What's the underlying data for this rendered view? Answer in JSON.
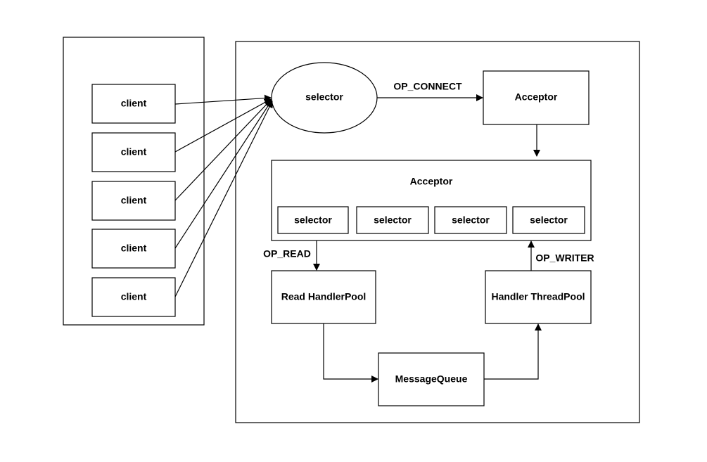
{
  "diagram": {
    "client_group": {
      "clients": [
        "client",
        "client",
        "client",
        "client",
        "client"
      ]
    },
    "server": {
      "main_selector": "selector",
      "top_acceptor": "Acceptor",
      "edge_connect_label": "OP_CONNECT",
      "pool_container_title": "Acceptor",
      "sub_selectors": [
        "selector",
        "selector",
        "selector",
        "selector"
      ],
      "edge_read_label": "OP_READ",
      "edge_writer_label": "OP_WRITER",
      "read_handler_pool": "Read HandlerPool",
      "handler_thread_pool": "Handler ThreadPool",
      "message_queue": "MessageQueue"
    }
  }
}
